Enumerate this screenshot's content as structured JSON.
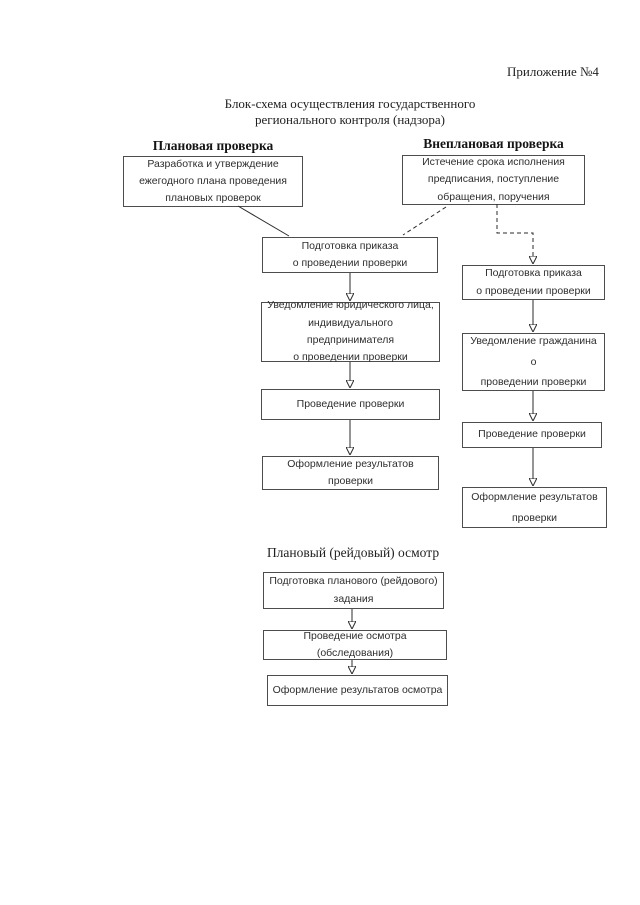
{
  "page": {
    "appendix_label": "Приложение №4",
    "title": "Блок-схема осуществления государственного\nрегионального контроля (надзора)"
  },
  "flowchart": {
    "planned": {
      "header": "Плановая проверка",
      "trigger": "Разработка и утверждение\nежегодного плана проведения\nплановых проверок",
      "steps": [
        "Подготовка приказа\nо проведении проверки",
        "Уведомление юридического лица,\nиндивидуального предпринимателя\nо проведении проверки",
        "Проведение проверки",
        "Оформление результатов проверки"
      ]
    },
    "unplanned": {
      "header": "Внеплановая проверка",
      "trigger": "Истечение срока исполнения\nпредписания, поступление\nобращения, поручения",
      "steps": [
        "Подготовка приказа\nо проведении проверки",
        "Уведомление гражданина о\nпроведении проверки",
        "Проведение проверки",
        "Оформление результатов\nпроверки"
      ]
    },
    "raid": {
      "header": "Плановый (рейдовый) осмотр",
      "steps": [
        "Подготовка планового (рейдового)\nзадания",
        "Проведение осмотра (обследования)",
        "Оформление результатов осмотра"
      ]
    }
  },
  "colors": {
    "ink": "#2b2b2b",
    "box_border": "#4d4d4d",
    "background": "#ffffff"
  }
}
